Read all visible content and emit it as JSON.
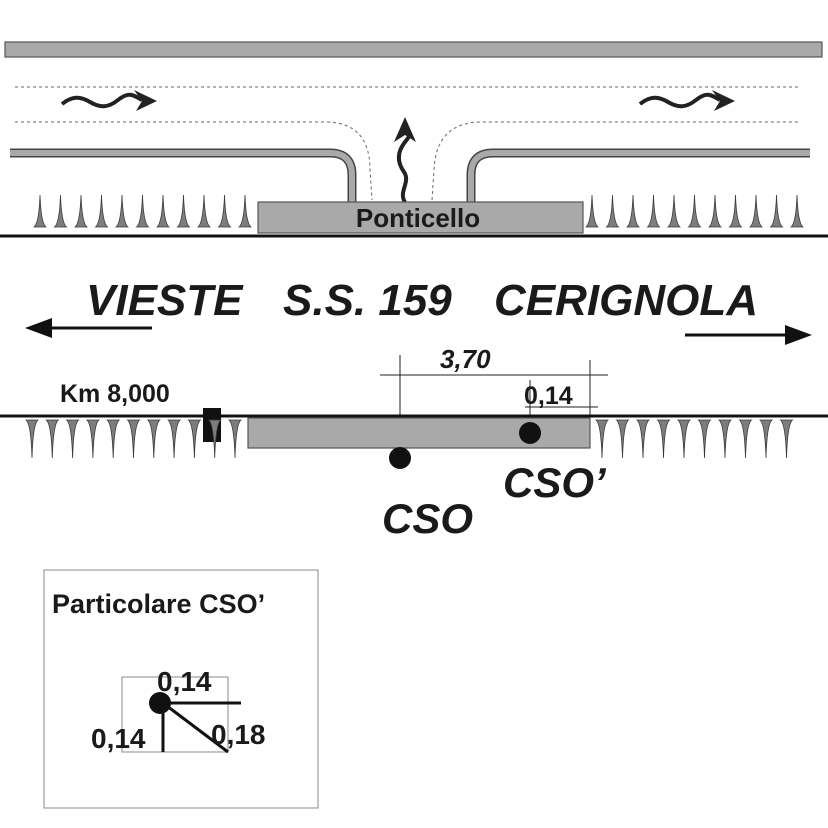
{
  "labels": {
    "ponticello": "Ponticello",
    "direction_left": "VIESTE",
    "road": "S.S. 159",
    "direction_right": "CERIGNOLA",
    "km": "Km 8,000",
    "cso": "CSO",
    "cso_prime": "CSO’"
  },
  "dimensions": {
    "main": "3,70",
    "offset": "0,14"
  },
  "detail": {
    "title": "Particolare CSO’",
    "dim_top": "0,14",
    "dim_left": "0,14",
    "dim_diag": "0,18"
  },
  "colors": {
    "structure_fill": "#a9a9a9",
    "line": "#111111"
  }
}
